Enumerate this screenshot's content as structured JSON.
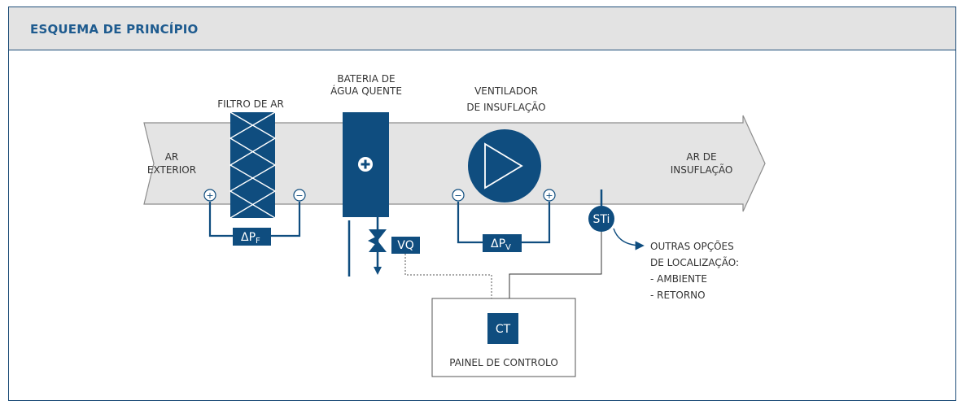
{
  "header": {
    "title": "ESQUEMA DE PRINCÍPIO"
  },
  "diagram": {
    "filter_label": "FILTRO DE AR",
    "coil_label_1": "BATERIA DE",
    "coil_label_2": "ÁGUA QUENTE",
    "fan_label_1": "VENTILADOR",
    "fan_label_2": "DE INSUFLAÇÃO",
    "inlet_label_1": "AR",
    "inlet_label_2": "EXTERIOR",
    "outlet_label_1": "AR DE",
    "outlet_label_2": "INSUFLAÇÃO",
    "dpf_base": "ΔP",
    "dpf_sub": "F",
    "dpv_base": "ΔP",
    "dpv_sub": "V",
    "valve_label": "VQ",
    "sensor_label": "STi",
    "controller_label": "CT",
    "panel_label": "PAINEL DE CONTROLO",
    "options_1": "OUTRAS OPÇÕES",
    "options_2": "DE LOCALIZAÇÃO:",
    "options_3": "- AMBIENTE",
    "options_4": "- RETORNO",
    "plus_sign": "+",
    "minus_sign": "−"
  },
  "colors": {
    "accent": "#1e5b8f",
    "navy": "#0f4d7f",
    "duct": "#e4e4e4",
    "duct_border": "#8c8c8c"
  }
}
